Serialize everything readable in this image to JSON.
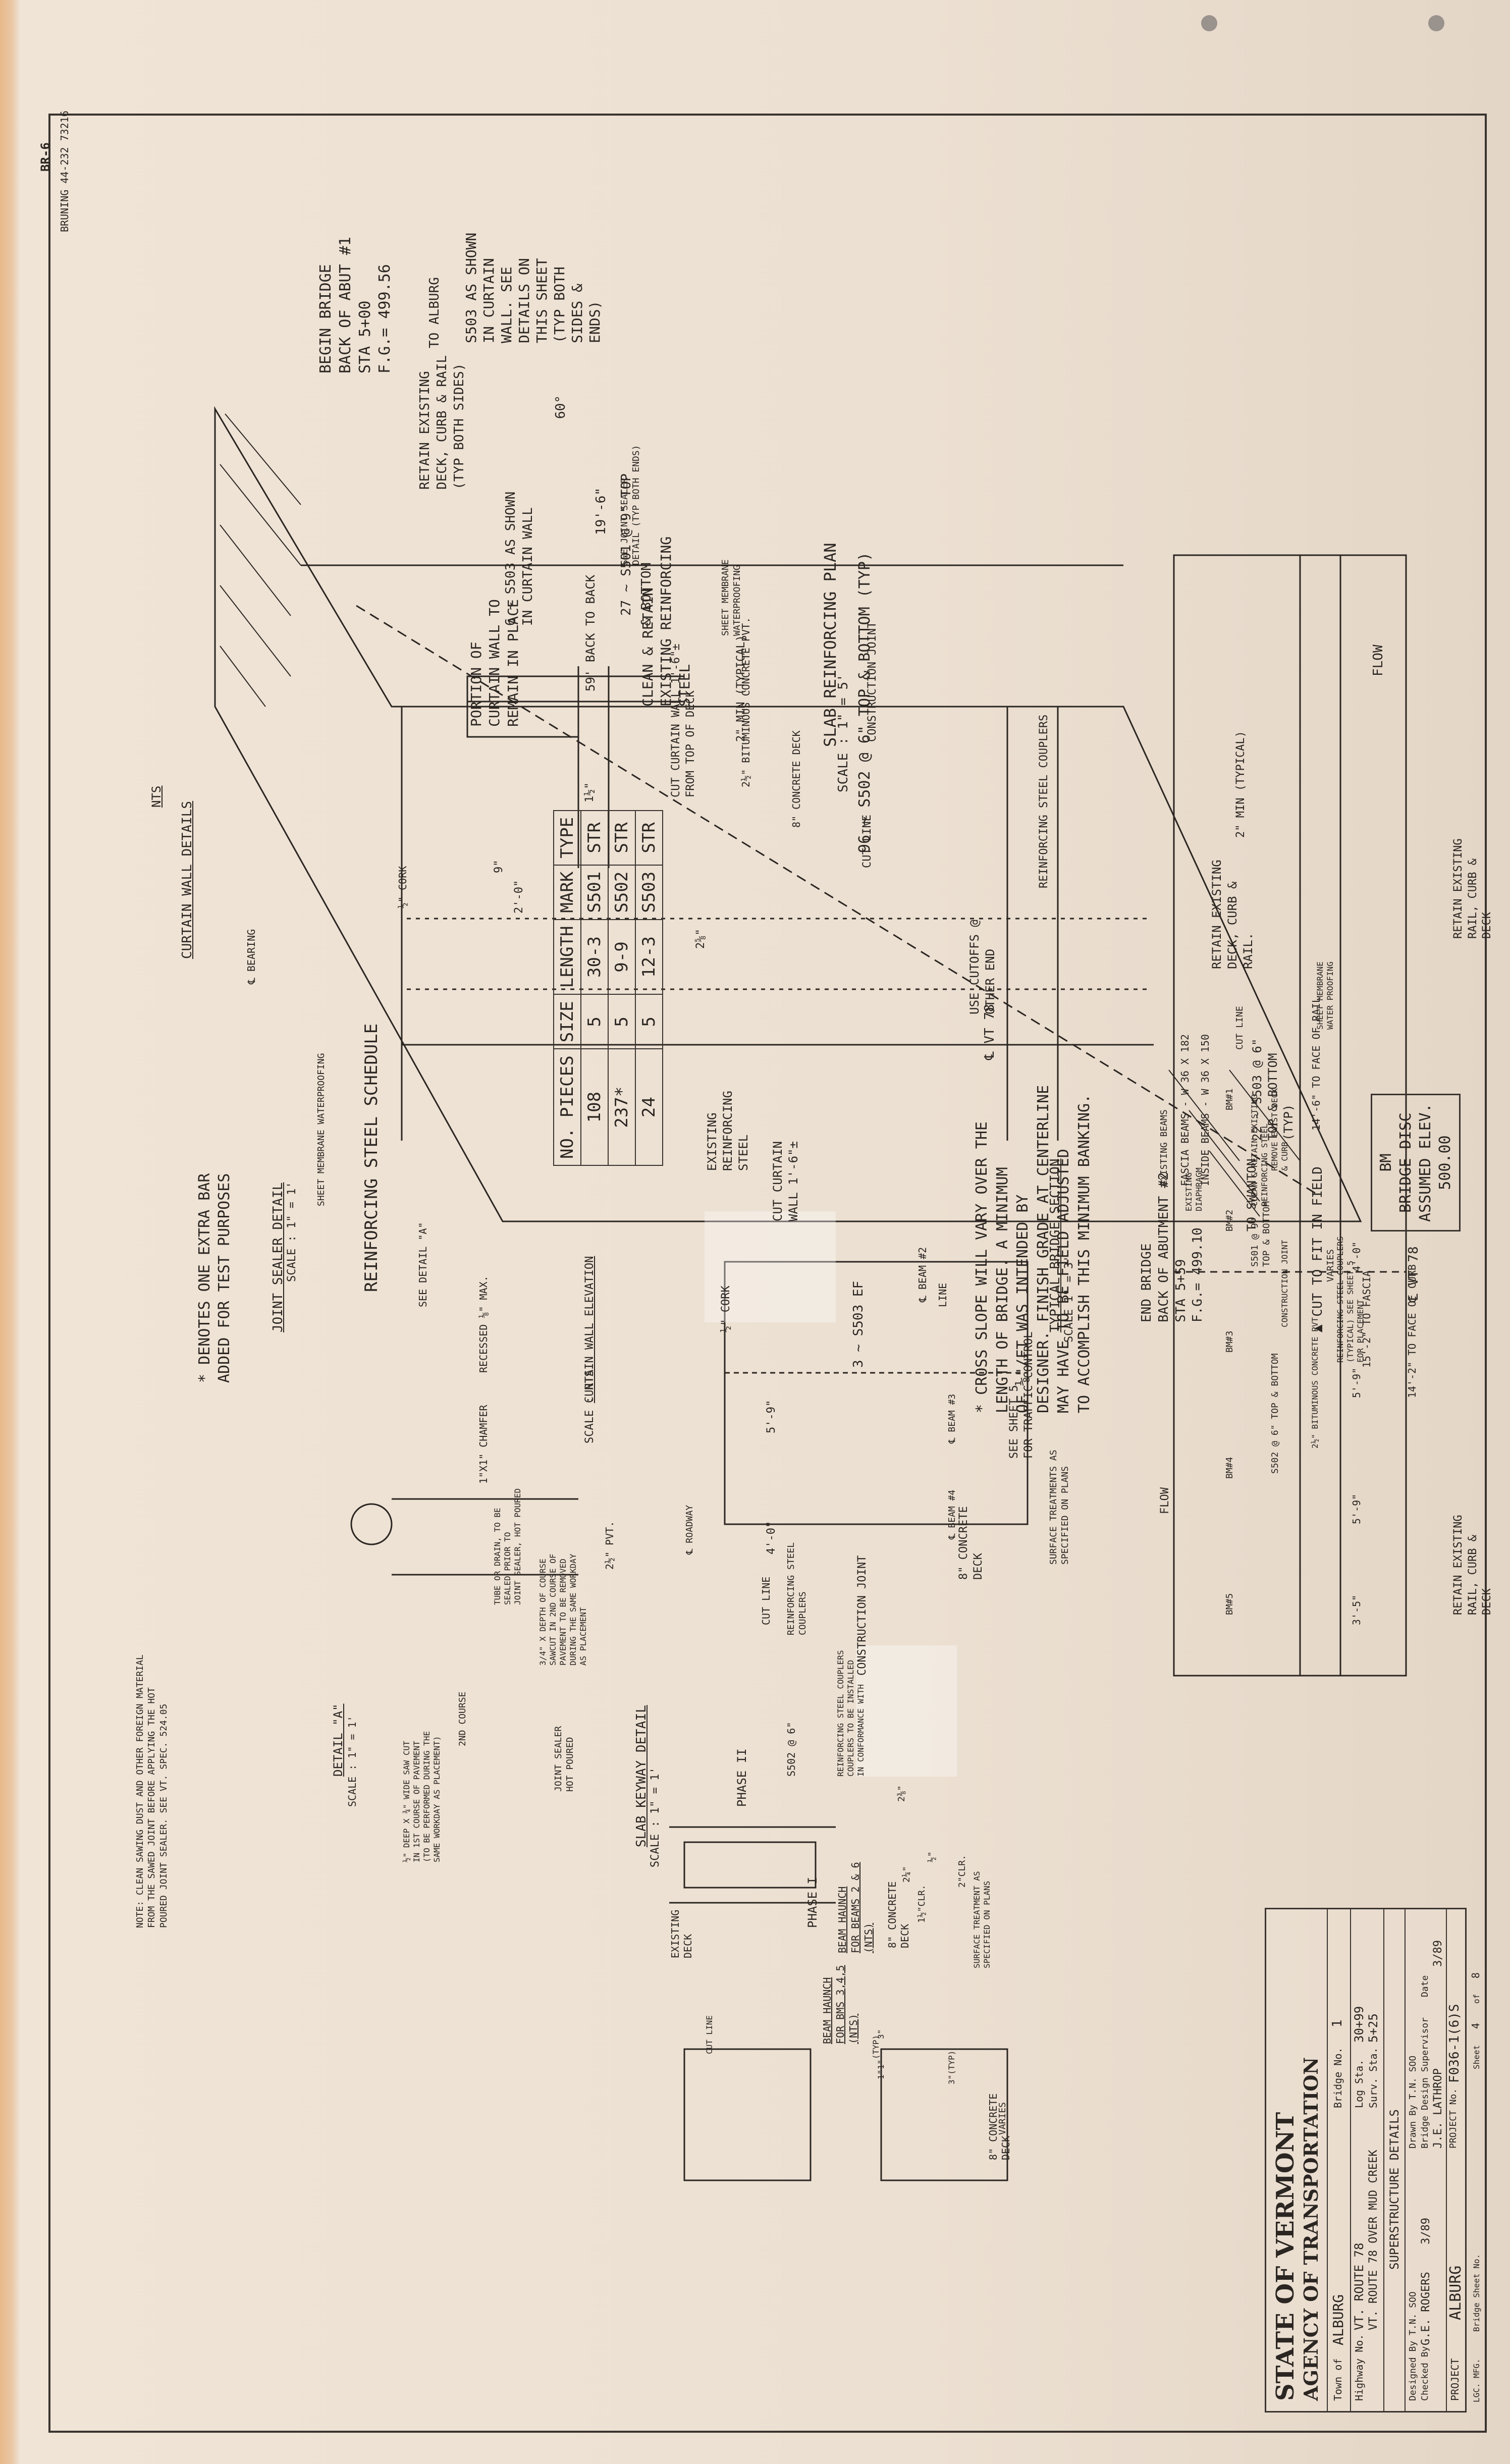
{
  "header": {
    "stamp": "BRUNING 44-232 73216",
    "sheet_code": "BR-6"
  },
  "plan": {
    "begin_bridge": [
      "BEGIN BRIDGE",
      "BACK OF ABUT #1",
      "STA 5+00",
      "F.G.= 499.56"
    ],
    "to_alburg": "TO ALBURG",
    "s503_note": [
      "S503 AS SHOWN",
      "IN CURTAIN",
      "WALL. SEE",
      "DETAILS ON",
      "THIS SHEET",
      "(TYP BOTH",
      "SIDES &",
      "ENDS)"
    ],
    "retain_existing": [
      "RETAIN EXISTING",
      "DECK, CURB & RAIL",
      "(TYP BOTH SIDES)"
    ],
    "angle": "60°",
    "dim_19_6": "19'-6\"",
    "bar_501": "27 ~ S501 @ 9\" TOP",
    "bar_501b": "& BOTTOM",
    "back_to_back": "59' BACK TO BACK",
    "min_typical": "2\" MIN (TYPICAL)",
    "bar_502": "96 ~ S502 @ 6\" TOP & BOTTOM (TYP)",
    "construction_joint": "CONSTRUCTION JOINT",
    "reinforcing_couplers": "REINFORCING STEEL COUPLERS",
    "cut_line": "CUT LINE",
    "cl_vt78": "℄ VT 78",
    "use_cutoffs": [
      "USE CUTOFFS @",
      "OTHER END"
    ],
    "min_typical2": "2\" MIN (TYPICAL)",
    "bar_503": [
      "22 ~ S503 @ 6\"",
      "TOP & BOTTOM",
      "(TYP)"
    ],
    "flow": "FLOW",
    "slab_plan_title": "SLAB REINFORCING PLAN",
    "slab_plan_scale": "SCALE : 1\" = 5'",
    "bm": [
      "BM",
      "BRIDGE DISC",
      "ASSUMED ELEV.",
      "500.00"
    ],
    "end_bridge": [
      "END BRIDGE",
      "BACK OF ABUTMENT #2",
      "STA 5+59",
      "F.G.= 499.10"
    ],
    "to_swanton": "TO SWANTON",
    "cut_to_fit": "▲ CUT TO FIT IN FIELD"
  },
  "curtain_wall": {
    "portion": [
      "PORTION OF",
      "CURTAIN WALL TO",
      "REMAIN IN PLACE"
    ],
    "s503": [
      "6 ~ S503 AS SHOWN",
      "IN CURTAIN WALL"
    ],
    "see_joint": [
      "SEE JOINT SEALER",
      "DETAIL (TYP BOTH ENDS)"
    ],
    "sheet_membrane": [
      "SHEET MEMBRANE",
      "WATERPROOFING"
    ],
    "bituminous": "2½\" BITUMINOUS CONCRETE PVT.",
    "concrete_deck": "8\" CONCRETE DECK",
    "clean_retain": [
      "CLEAN & RETAIN",
      "EXISTING REINFORCING",
      "STEEL"
    ],
    "cut_wall": [
      "CUT CURTAIN WALL 1'-6\"±",
      "FROM TOP OF DECK"
    ],
    "cork": "½\" CORK",
    "bearing": "℄ BEARING",
    "dim_9": "9\"",
    "dim_2_0": "2'-0\"",
    "dim_1_5": "1½\"",
    "dim_2_5": "2⅝\"",
    "title": "CURTAIN WALL DETAILS",
    "scale": "NTS"
  },
  "schedule": {
    "title": "REINFORCING STEEL SCHEDULE",
    "headers": [
      "NO. PIECES",
      "SIZE",
      "LENGTH",
      "MARK",
      "TYPE"
    ],
    "rows": [
      [
        "108",
        "5",
        "30-3",
        "S501",
        "STR"
      ],
      [
        "237*",
        "5",
        "9-9",
        "S502",
        "STR"
      ],
      [
        "24",
        "5",
        "12-3",
        "S503",
        "STR"
      ]
    ],
    "note": [
      "* DENOTES ONE EXTRA BAR",
      "ADDED FOR TEST PURPOSES"
    ]
  },
  "elevation": {
    "cut_curtain": [
      "CUT CURTAIN",
      "WALL 1'-6\"±"
    ],
    "existing_reinf": [
      "EXISTING",
      "REINFORCING",
      "STEEL"
    ],
    "beam2": "℄ BEAM #2",
    "line": "LINE",
    "s503_ef": "3 ~ S503 EF",
    "cork": "½\" CORK",
    "dim_5_9": "5'-9\"",
    "dim_4_0": "4'-0\"",
    "beam3": "℄ BEAM #3",
    "beam4": "℄ BEAM #4",
    "roadway": "℄ ROADWAY",
    "construction_joint": "CONSTRUCTION JOINT",
    "couplers": [
      "REINFORCING STEEL",
      "COUPLERS"
    ],
    "cut_line": "CUT LINE",
    "title": "CURTAIN WALL ELEVATION",
    "scale": "SCALE : NTS"
  },
  "joint_sealer": {
    "see_detail": "SEE DETAIL \"A\"",
    "sheet_membrane": "SHEET MEMBRANE WATERPROOFING",
    "recessed": "RECESSED ⅛\" MAX.",
    "chamfer": "1\"X1\" CHAMFER",
    "pvt": "2½\" PVT.",
    "title": "JOINT SEALER DETAIL",
    "scale": "SCALE : 1\" = 1'"
  },
  "detail_a": {
    "note1": [
      "3/4\" X DEPTH OF COURSE",
      "SAWCUT IN 2ND COURSE OF",
      "PAVEMENT TO BE REMOVED",
      "DURING THE SAME WORKDAY",
      "AS PLACEMENT"
    ],
    "note2": [
      "TUBE OR DRAIN, TO BE",
      "SEALED PRIOR TO",
      "JOINT SEALER, HOT POURED"
    ],
    "joint_sealer": [
      "JOINT SEALER",
      "HOT POURED"
    ],
    "second_course": "2ND COURSE",
    "note3": [
      "½\" DEEP X ¾\" WIDE SAW CUT",
      "IN 1ST COURSE OF PAVEMENT",
      "(TO BE PERFORMED DURING THE",
      "SAME WORKDAY AS PLACEMENT)"
    ],
    "title": "DETAIL \"A\"",
    "scale": "SCALE : 1\" = 1'",
    "note_text": [
      "NOTE: CLEAN SAWING DUST AND OTHER FOREIGN MATERIAL",
      "FROM THE SAWED JOINT BEFORE APPLYING THE HOT",
      "POURED JOINT SEALER. SEE VT. SPEC. 524.05"
    ]
  },
  "section": {
    "retain_existing_rail_left": [
      "RETAIN EXISTING",
      "RAIL, CURB &",
      "DECK"
    ],
    "retain_existing_rail_right": [
      "RETAIN EXISTING",
      "RAIL, CURB &",
      "DECK"
    ],
    "sheet_membrane": [
      "SHEET MEMBRANE",
      "WATER PROOFING"
    ],
    "to_face_rail": "14'-6\" TO FACE OF RAIL",
    "cl_vt78": "℄ VT 78",
    "to_face_curb": "14'-2\" TO FACE OF CURB",
    "reinf_couplers": [
      "REINFORCING STEEL COUPLERS",
      "(TYPICAL) SEE SHEET 5",
      "FOR PLACEMENT"
    ],
    "remove_exist": [
      "REMOVE EXIST DECK",
      "& CURB"
    ],
    "clean_retain": [
      "CLEAN & RETAIN EXISTING",
      "REINFORCING STEEL"
    ],
    "constr_joint": "CONSTRUCTION JOINT",
    "bit_pvt": "2½\" BITUMINOUS CONCRETE PVT",
    "existing_diaphragm": [
      "EXISTING",
      "DIAPHRAGM"
    ],
    "existing_beams": "EXISTING BEAMS",
    "fascia": "FASCIA BEAMS - W 36 X 182",
    "inside": "INSIDE BEAMS - W 36 X 150",
    "cut_line": "CUT LINE",
    "varies": "VARIES",
    "s502_top": "S502 @ 6\" TOP & BOTTOM",
    "s501_bot": [
      "S501 @ 9\"",
      "TOP & BOTTOM"
    ],
    "to_fascia": "15'-2\" TO FASCIA",
    "dims": [
      "4'-0\"",
      "5'-9\"",
      "5'-9\"",
      "3'-5\""
    ],
    "beams": [
      "BM#1",
      "BM#2",
      "BM#3",
      "BM#4",
      "BM#5"
    ],
    "retain_box": [
      "RETAIN EXISTING",
      "DECK, CURB &",
      "RAIL."
    ],
    "cross_slope": [
      "* CROSS SLOPE WILL VARY OVER THE",
      "LENGTH OF BRIDGE. A MINIMUM",
      "OF ⅛\"/FT WAS INTENDED BY",
      "DESIGNER. FINISH GRADE AT CENTERLINE",
      "MAY HAVE TO BE FIELD ADJUSTED",
      "TO ACCOMPLISH THIS MINIMUM BANKING."
    ],
    "title": "TYPICAL BRIDGE SECTION",
    "scale": "SCALE 1\" = 3'",
    "see_sheet": [
      "SEE SHEET 5",
      "FOR TRAFFIC CONTROL"
    ],
    "flow": "FLOW"
  },
  "keyway": {
    "surface_treatment": [
      "SURFACE TREATMENTS AS",
      "SPECIFIED ON PLANS"
    ],
    "concrete_deck": [
      "8\" CONCRETE",
      "DECK"
    ],
    "couplers": [
      "REINFORCING STEEL COUPLERS",
      "COUPLERS TO BE INSTALLED",
      "IN CONFORMANCE WITH"
    ],
    "s502": "S502 @ 6\"",
    "dims": [
      "2⅜\"",
      "½\"",
      "2¼\"",
      "2\"CLR.",
      "1½\"CLR."
    ],
    "phase1": "PHASE I",
    "phase2": "PHASE II",
    "title": "SLAB KEYWAY DETAIL",
    "scale": "SCALE : 1\" = 1'"
  },
  "haunch1": {
    "surface": [
      "SURFACE TREATMENT AS",
      "SPECIFIED ON PLANS"
    ],
    "deck": [
      "8\" CONCRETE",
      "DECK"
    ],
    "dims": [
      "3\"",
      "1\"",
      "1\"",
      "3\"(TYP)"
    ],
    "typ": "(TYP)",
    "varies": "VARIES",
    "title": [
      "BEAM HAUNCH",
      "FOR BMS 3,4,5",
      "(NTS)"
    ]
  },
  "haunch2": {
    "existing_deck": [
      "EXISTING",
      "DECK"
    ],
    "concrete_deck": [
      "8\" CONCRETE",
      "DECK"
    ],
    "cut_line": "CUT LINE",
    "title": [
      "BEAM HAUNCH",
      "FOR BEAMS 2 & 6",
      "(NTS)"
    ]
  },
  "title_block": {
    "state": "STATE OF VERMONT",
    "agency": "AGENCY OF TRANSPORTATION",
    "town_label": "Town of",
    "town": "ALBURG",
    "bridge_no_label": "Bridge No.",
    "bridge_no": "1",
    "highway_label": "Highway No.",
    "highway": "VT. ROUTE 78",
    "log_sta_label": "Log Sta.",
    "log_sta": "30+99",
    "surv_sta_label": "Surv. Sta.",
    "surv_sta": "5+25",
    "over": "VT. ROUTE 78 OVER MUD CREEK",
    "sheet_title": "SUPERSTRUCTURE DETAILS",
    "designed": "Designed By T.N. SOO",
    "drawn": "Drawn By T.N. SOO",
    "checked": "Checked By",
    "checked_name": "G.E. ROGERS",
    "checked_date": "3/89",
    "bridge_design": "Bridge Design Supervisor",
    "supervisor": "J.E. LATHROP",
    "date_label": "Date",
    "date": "3/89",
    "project_label": "PROJECT",
    "project": "ALBURG",
    "project_no_label": "PROJECT No.",
    "project_no": "F036-1(6)S",
    "lgc": "LGC. MFG.",
    "bridge_sheet": "Bridge Sheet No.",
    "sheet_label": "Sheet",
    "sheet": "4",
    "of_label": "of",
    "total": "8"
  }
}
